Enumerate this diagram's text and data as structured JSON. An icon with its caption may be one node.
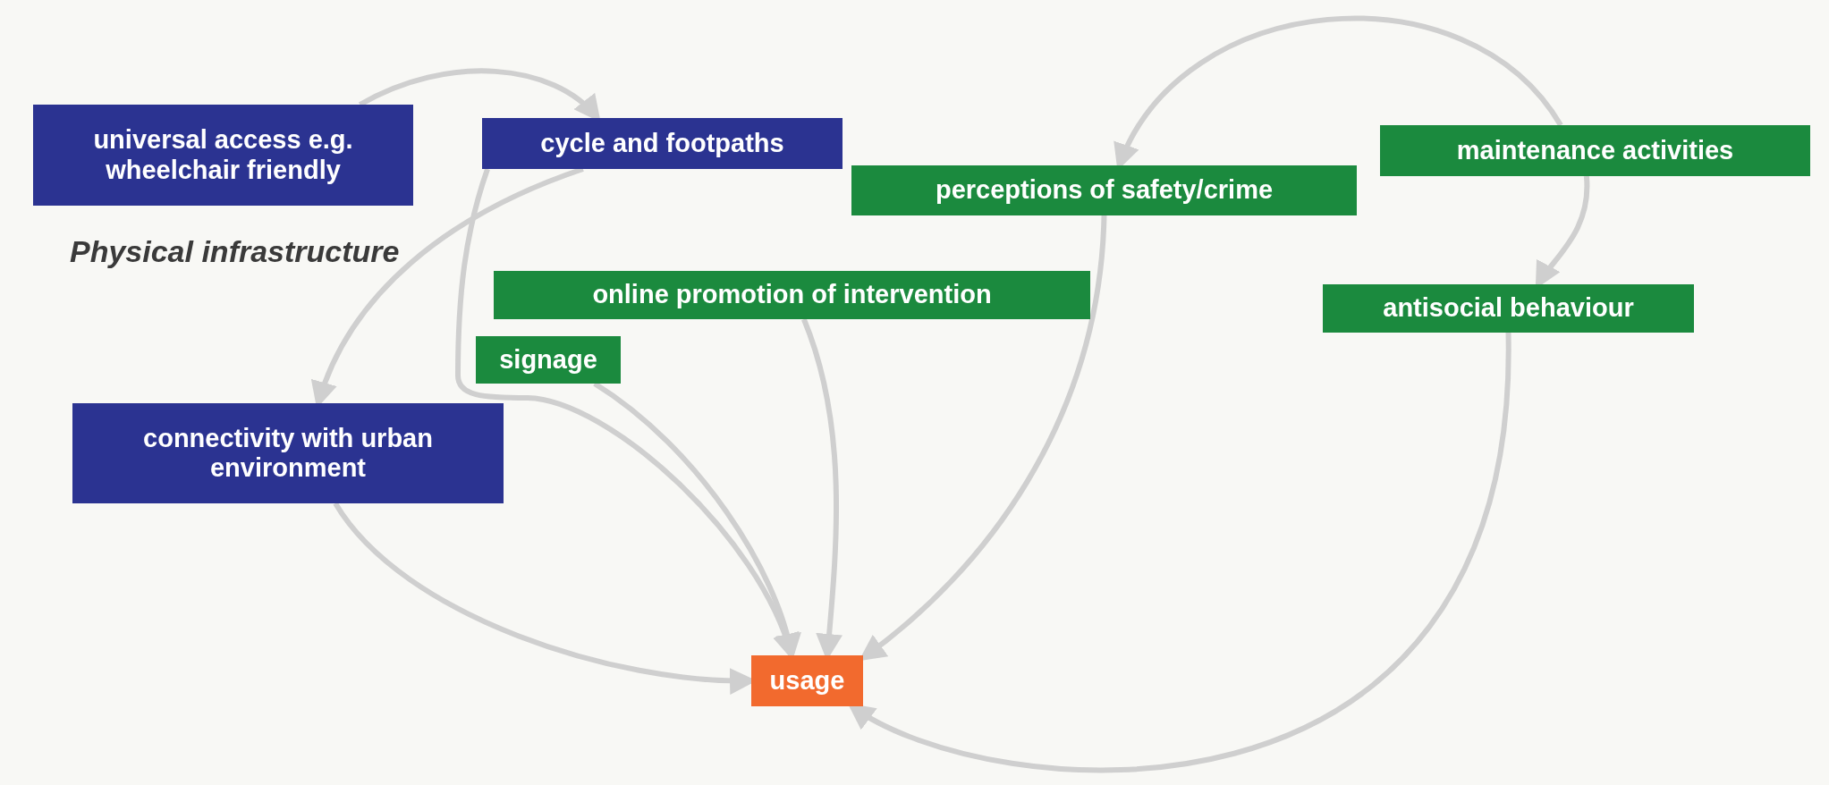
{
  "diagram": {
    "nodes": [
      {
        "text": [
          "universal access e.g. wheelchair friendly"
        ]
      },
      {
        "text": [
          "cycle and footpaths"
        ]
      },
      {
        "text": [
          "perceptions of safety/crime"
        ]
      },
      {
        "text": [
          "maintenance activities"
        ]
      },
      {
        "text": [
          "online promotion of intervention"
        ]
      },
      {
        "text": [
          "antisocial behaviour"
        ]
      },
      {
        "text": [
          "signage"
        ]
      },
      {
        "text": [
          "connectivity with urban environment"
        ]
      },
      {
        "text": [
          "usage"
        ]
      }
    ],
    "edges": [
      {
        "from": 0,
        "to": 1,
        "arrow": "to"
      },
      {
        "from": 1,
        "to": 7,
        "arrow": "to"
      },
      {
        "from": 1,
        "to": 8,
        "arrow": "to"
      },
      {
        "from": 4,
        "to": 8,
        "arrow": "to"
      },
      {
        "from": 6,
        "to": 8,
        "arrow": "to"
      },
      {
        "from": 7,
        "to": 8,
        "arrow": "to"
      },
      {
        "from": 2,
        "to": 8,
        "arrow": "to"
      },
      {
        "from": 3,
        "to": 2,
        "arrow": "to"
      },
      {
        "from": 3,
        "to": 5,
        "arrow": "to"
      },
      {
        "from": 5,
        "to": 8,
        "arrow": "to"
      }
    ],
    "labels": [
      "Physical infrastructure"
    ]
  }
}
